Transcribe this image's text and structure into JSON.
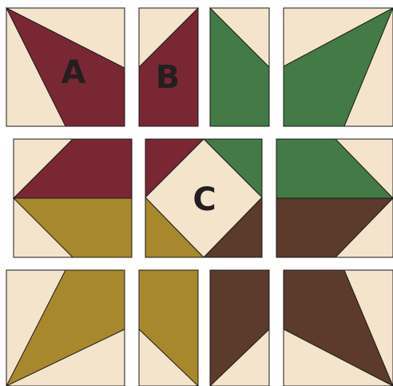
{
  "colors": {
    "cream": "#f3e4cb",
    "red": "#7a2734",
    "green": "#437a45",
    "brown": "#5c3b2c",
    "gold": "#a8882c",
    "outline": "#1a1a1a",
    "label": "#231f20"
  },
  "labels": {
    "a": "A",
    "b": "B",
    "c": "C"
  }
}
